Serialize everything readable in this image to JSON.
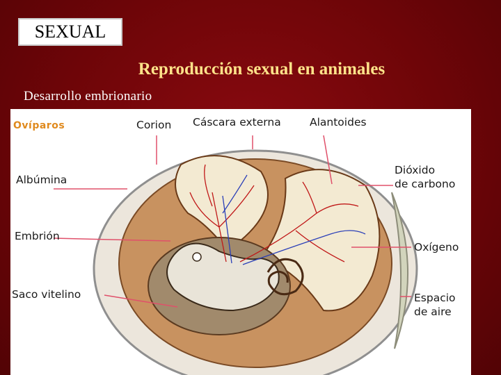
{
  "header": {
    "tag": "SEXUAL",
    "title": "Reproducción sexual en animales",
    "subtitle": "Desarrollo embrionario"
  },
  "diagram": {
    "category": "Ovíparos",
    "labels": {
      "corion": "Corion",
      "cascara": "Cáscara externa",
      "alantoides": "Alantoides",
      "albumina": "Albúmina",
      "dioxido_1": "Dióxido",
      "dioxido_2": "de carbono",
      "embrion": "Embrión",
      "oxigeno": "Oxígeno",
      "saco": "Saco vitelino",
      "espacio_1": "Espacio",
      "espacio_2": "de aire"
    }
  },
  "colors": {
    "background": "#6e0508",
    "title": "#ffe38a",
    "accent_label": "#e08a1e",
    "leader_line": "#e0506a"
  }
}
